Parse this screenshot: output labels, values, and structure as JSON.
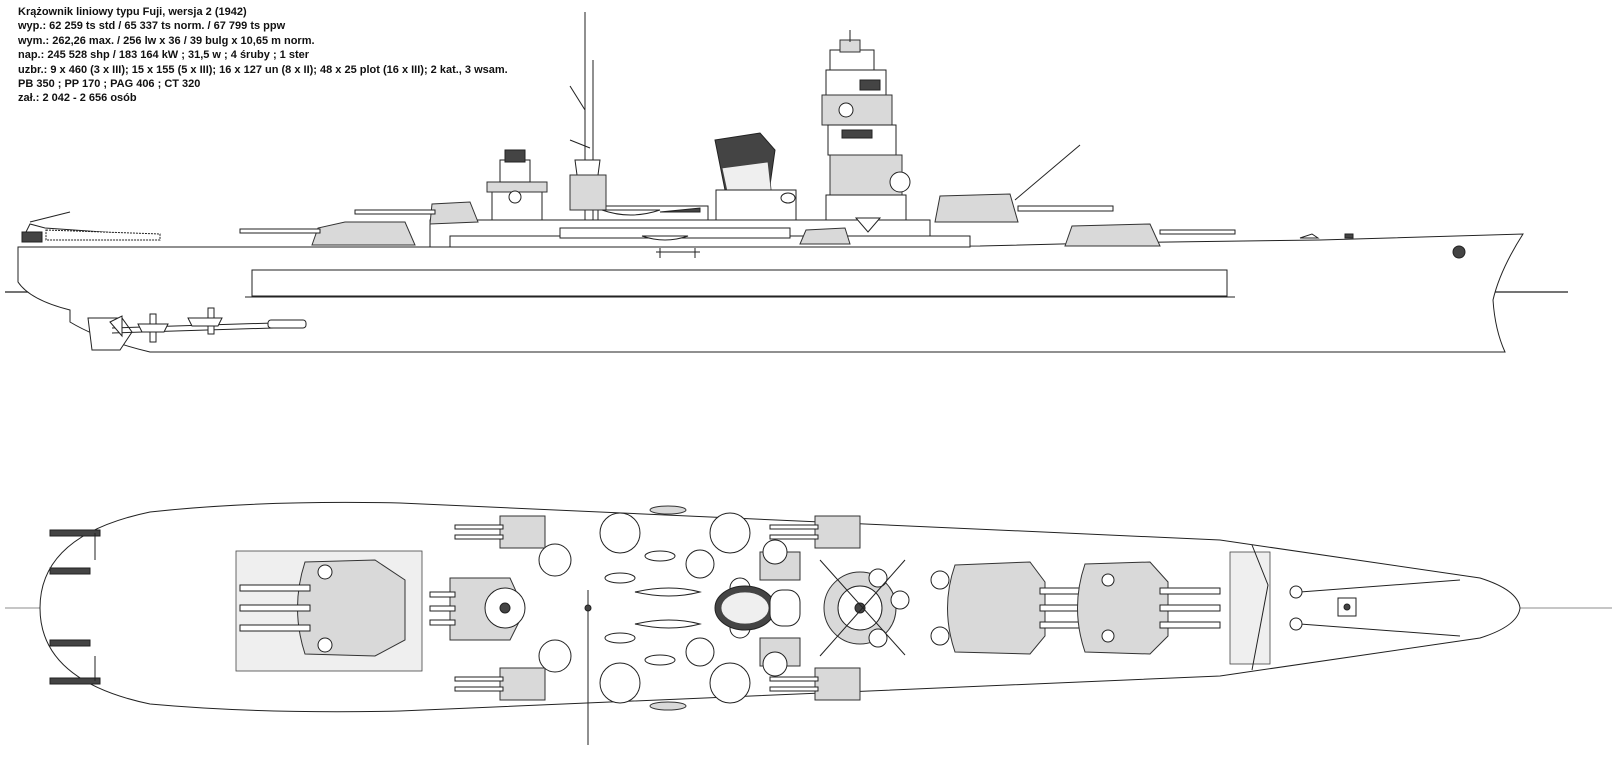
{
  "title": "Krążownik liniowy typu Fuji, wersja 2 (1942)",
  "specs": [
    "wyp.: 62 259 ts std / 65 337 ts norm. / 67 799 ts ppw",
    "wym.: 262,26 max. / 256 lw x 36 / 39 bulg x 10,65 m norm.",
    "nap.: 245 528 shp / 183 164 kW ; 31,5 w ; 4 śruby ; 1 ster",
    "uzbr.: 9 x 460 (3 x III); 15 x 155 (5 x III); 16 x 127 un (8 x II); 48 x 25 plot (16 x III); 2 kat., 3 wsam.",
    "PB 350 ; PP 170 ; PAG 406 ; CT 320",
    "zał.: 2 042 - 2 656 osób"
  ],
  "views": {
    "profile": "side-profile",
    "plan": "top-plan"
  },
  "colors": {
    "line": "#222222",
    "shade": "#d9d9d9",
    "background": "#ffffff"
  }
}
